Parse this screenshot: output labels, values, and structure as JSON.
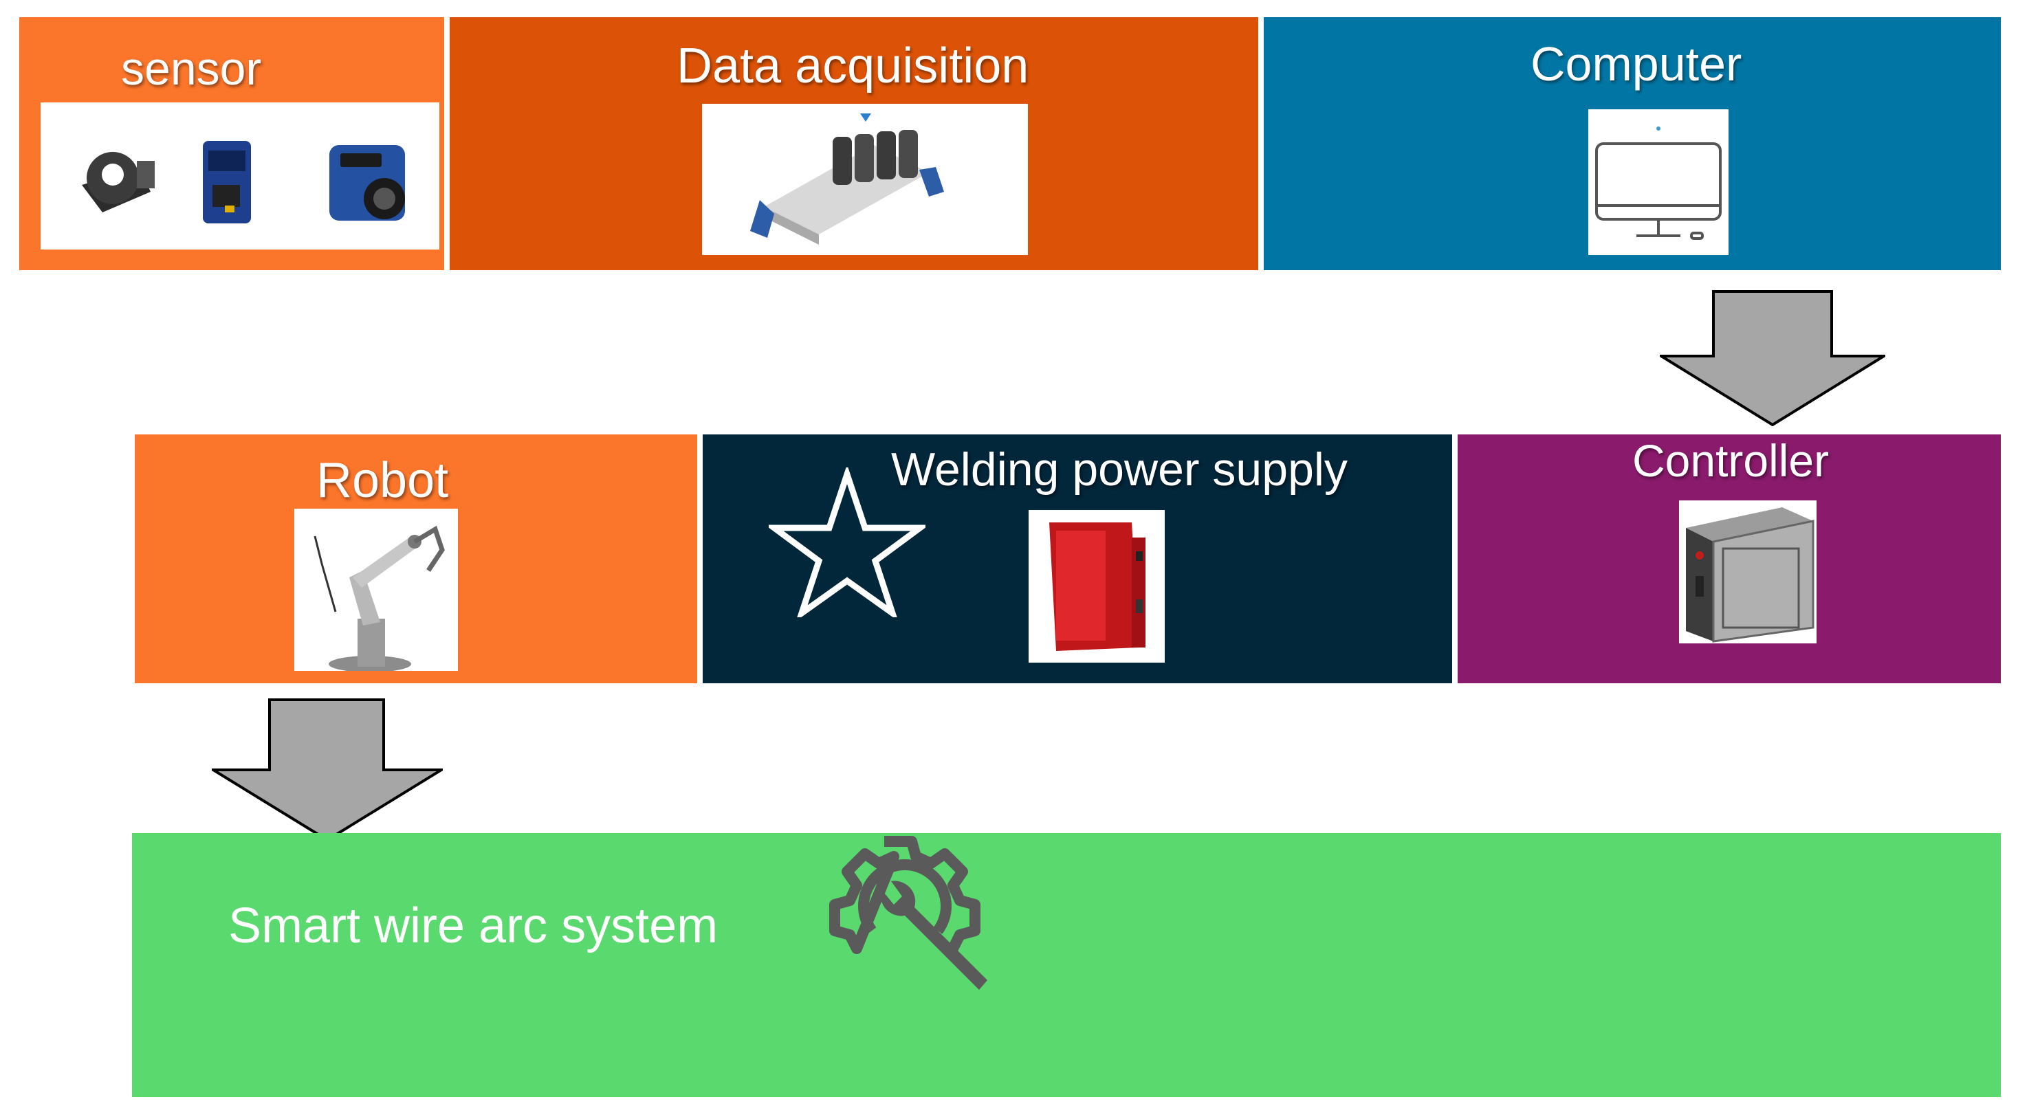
{
  "blocks": {
    "sensor": {
      "label": "sensor",
      "color": "#fb752a"
    },
    "data_acquisition": {
      "label": "Data acquisition",
      "color": "#dc5206"
    },
    "computer": {
      "label": "Computer",
      "color": "#0176a4"
    },
    "robot": {
      "label": "Robot",
      "color": "#fb752a"
    },
    "welding_power_supply": {
      "label": "Welding power supply",
      "color": "#02263a"
    },
    "controller": {
      "label": "Controller",
      "color": "#8a1a6c"
    },
    "smart_wire_arc_system": {
      "label": "Smart wire arc system",
      "color": "#5ad96e"
    }
  },
  "icons": [
    "star-icon",
    "gear-wrench-icon",
    "down-arrow-icon"
  ],
  "arrow_color": "#a6a6a6"
}
